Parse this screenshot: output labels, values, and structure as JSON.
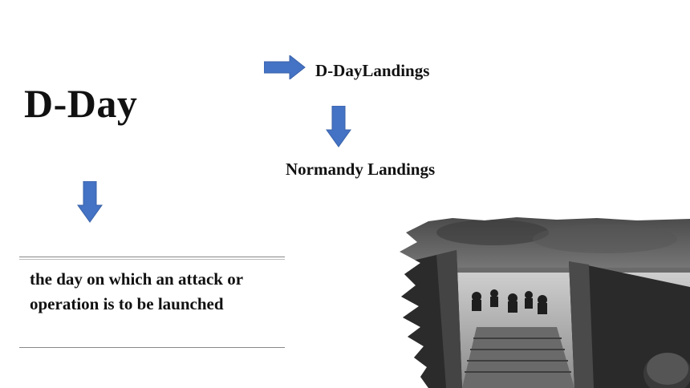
{
  "slide": {
    "title": "D-Day",
    "labels": {
      "landings": "D-DayLandings",
      "normandy": "Normandy Landings"
    },
    "definition": "the day on which an attack or operation is to be launched",
    "colors": {
      "arrow": "#4472c4",
      "text": "#111111"
    },
    "icons": [
      "arrow-right-icon",
      "arrow-down-icon"
    ]
  }
}
